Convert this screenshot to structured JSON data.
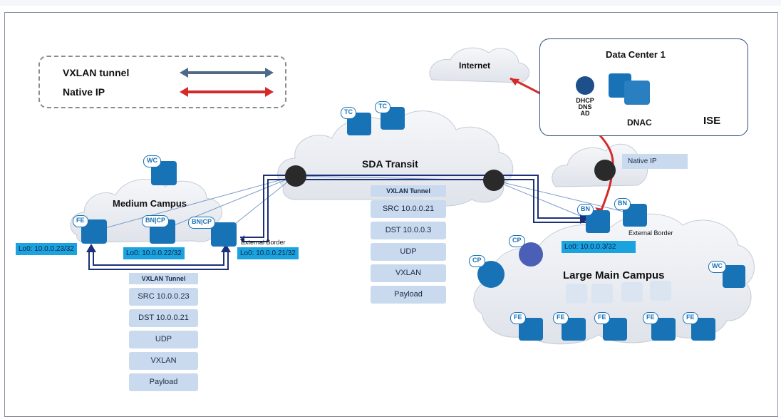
{
  "legend": {
    "vxlan_label": "VXLAN tunnel",
    "native_label": "Native IP",
    "colors": {
      "vxlan": "#4f6a86",
      "native": "#d42a2a"
    }
  },
  "clouds": {
    "internet": "Internet",
    "sda_transit": "SDA Transit",
    "medium_campus": "Medium Campus",
    "large_campus": "Large Main Campus"
  },
  "data_center": {
    "title": "Data Center 1",
    "services_label": "DHCP\nDNS\nAD",
    "dnac_label": "DNAC",
    "ise_label": "ISE"
  },
  "native_ip_box": "Native IP",
  "tags": {
    "tc1": "TC",
    "tc2": "TC",
    "wc_medium": "WC",
    "fe_medium": "FE",
    "bncp1": "BN|CP",
    "bncp2": "BN|CP",
    "bn1": "BN",
    "bn2": "BN",
    "cp1": "CP",
    "cp2": "CP",
    "wc_large": "WC",
    "fe_large": [
      "FE",
      "FE",
      "FE",
      "FE",
      "FE"
    ]
  },
  "external_border_left": "External Border",
  "external_border_right": "External Border",
  "loopbacks": {
    "fe_medium": "Lo0: 10.0.0.23/32",
    "bncp1": "Lo0: 10.0.0.22/32",
    "bncp2": "Lo0: 10.0.0.21/32",
    "bn_large": "Lo0: 10.0.0.3/32"
  },
  "transit_stack": {
    "header": "VXLAN Tunnel",
    "rows": [
      "SRC  10.0.0.21",
      "DST  10.0.0.3",
      "UDP",
      "VXLAN",
      "Payload"
    ]
  },
  "medium_stack": {
    "header": "VXLAN Tunnel",
    "rows": [
      "SRC 10.0.0.23",
      "DST  10.0.0.21",
      "UDP",
      "VXLAN",
      "Payload"
    ]
  },
  "colors": {
    "device_blue": "#1872b6",
    "loopback_blue": "#1ba3e0",
    "tunnel_navy": "#1c2f78",
    "cloud_fill": "#e8ebf1"
  }
}
